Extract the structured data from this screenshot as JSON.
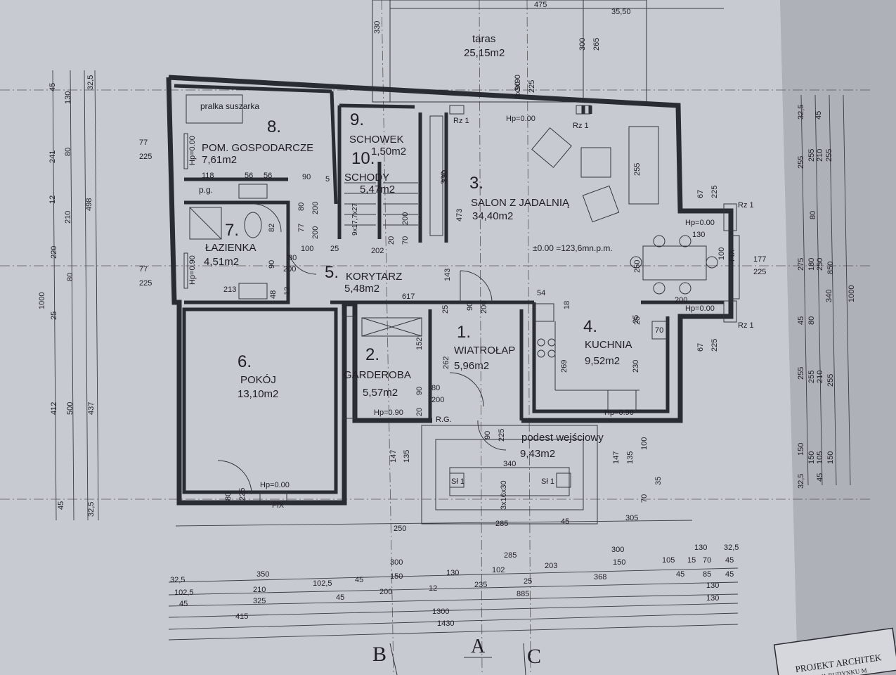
{
  "rooms": [
    {
      "id": "8",
      "no": "8.",
      "name": "POM. GOSPODARCZE",
      "area": "7,61m2",
      "extra": "pralka suszarka",
      "sub": "p.g."
    },
    {
      "id": "9",
      "no": "9.",
      "name": "SCHOWEK",
      "area": "1,50m2"
    },
    {
      "id": "10",
      "no": "10.",
      "name": "SCHODY",
      "area": "5,47m2"
    },
    {
      "id": "3",
      "no": "3.",
      "name": "SALON Z JADALNIĄ",
      "area": "34,40m2"
    },
    {
      "id": "7",
      "no": "7.",
      "name": "ŁAZIENKA",
      "area": "4,51m2"
    },
    {
      "id": "5",
      "no": "5.",
      "name": "KORYTARZ",
      "area": "5,48m2"
    },
    {
      "id": "6",
      "no": "6.",
      "name": "POKÓJ",
      "area": "13,10m2"
    },
    {
      "id": "2",
      "no": "2.",
      "name": "GARDEROBA",
      "area": "5,57m2"
    },
    {
      "id": "1",
      "no": "1.",
      "name": "WIATROŁAP",
      "area": "5,96m2"
    },
    {
      "id": "4",
      "no": "4.",
      "name": "KUCHNIA",
      "area": "9,52m2"
    },
    {
      "id": "taras",
      "no": "",
      "name": "taras",
      "area": "25,15m2"
    },
    {
      "id": "podest",
      "no": "",
      "name": "podest wejściowy",
      "area": "9,43m2"
    }
  ],
  "level": "±0.00 =123,6mn.p.m.",
  "stair_labels": [
    "3x90",
    "225",
    "Sł 1",
    "Sł 1",
    "3x16x30",
    "9x17,7x27"
  ],
  "window_labels": [
    "Rz 1",
    "Rz 1",
    "Rz 1",
    "Rz 1",
    "FIX",
    "FIX",
    "Hp=0.00",
    "Hp=0.00",
    "Hp=0.00",
    "Hp=0.00",
    "Hp=0.00",
    "Hp=0.90",
    "Hp=0.90",
    "Hp=0.90",
    "R.G."
  ],
  "top_dims": [
    "475",
    "35,50",
    "330",
    "300",
    "265"
  ],
  "left_dims": [
    "32,5",
    "45",
    "130",
    "241",
    "80",
    "12",
    "210",
    "498",
    "220",
    "80",
    "1000",
    "25",
    "412",
    "500",
    "437",
    "45",
    "32,5",
    "77",
    "225",
    "77",
    "225"
  ],
  "right_dims": [
    "32,5",
    "45",
    "255",
    "255",
    "210",
    "255",
    "80",
    "275",
    "180",
    "250",
    "850",
    "340",
    "1000",
    "45",
    "80",
    "255",
    "255",
    "210",
    "255",
    "150",
    "150",
    "105",
    "150",
    "45",
    "32,5",
    "177",
    "225",
    "67",
    "225",
    "67",
    "225"
  ],
  "inner_dims": [
    "118",
    "56",
    "56",
    "90",
    "5",
    "80",
    "200",
    "77",
    "200",
    "82",
    "100",
    "25",
    "80",
    "90",
    "200",
    "213",
    "48",
    "12",
    "202",
    "20",
    "70",
    "200",
    "330",
    "473",
    "143",
    "617",
    "25",
    "90",
    "200",
    "54",
    "18",
    "25",
    "152",
    "262",
    "80",
    "200",
    "90",
    "20",
    "147",
    "135",
    "90",
    "225",
    "340",
    "269",
    "70",
    "230",
    "147",
    "135",
    "100",
    "70",
    "35",
    "80",
    "225",
    "255",
    "130",
    "200",
    "25",
    "100",
    "250",
    "330",
    "3x90"
  ],
  "bottom_dims": [
    [
      "250",
      "285",
      "45",
      "305"
    ],
    [
      "32,5",
      "350",
      "300",
      "285",
      "300",
      "130",
      "32,5"
    ],
    [
      "102,5",
      "210",
      "102,5",
      "45",
      "150",
      "130",
      "102",
      "203",
      "150",
      "105",
      "15",
      "70",
      "45"
    ],
    [
      "45",
      "325",
      "45",
      "200",
      "12",
      "235",
      "25",
      "368",
      "45",
      "85",
      "45"
    ],
    [
      "885",
      "130"
    ],
    [
      "415",
      "1300",
      "130"
    ],
    [
      "1430"
    ]
  ],
  "axis_labels": [
    "B",
    "A",
    "C"
  ],
  "title_block": [
    "PROJEKT ARCHITEK",
    "UDOWA BUDYNKU M"
  ]
}
